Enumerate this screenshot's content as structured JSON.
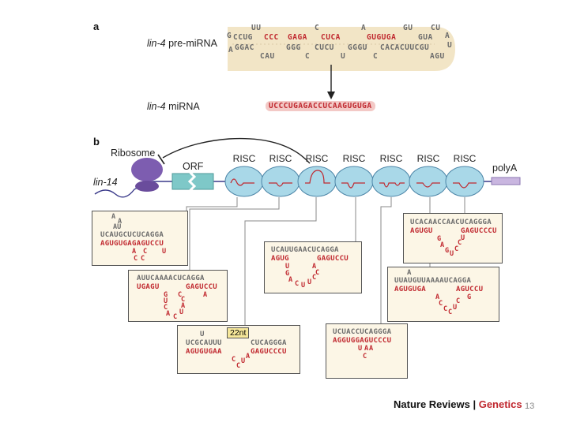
{
  "panel_a": {
    "letter": "a",
    "pre_label_gene": "lin-4",
    "pre_label_rest": " pre-miRNA",
    "mi_label_gene": "lin-4",
    "mi_label_rest": " miRNA",
    "pre_top_bulges": [
      "G",
      "UU",
      "C",
      "A",
      "GU",
      "CU"
    ],
    "pre_top_strand": [
      "CCUG",
      "CCC",
      "GAGA",
      "CUCA",
      "GUGUGA",
      "GUA"
    ],
    "pre_bottom_strand": [
      "GGAC",
      "GGG",
      "CUCU",
      "GGGU",
      "CACACUUCGU"
    ],
    "pre_bottom_bulges": [
      "CAU",
      "C",
      "U",
      "C",
      "AGU"
    ],
    "pre_left_a": "A",
    "pre_loop_a": "A",
    "pre_loop_u": "U",
    "mature": "UCCCUGAGACCUCAAGUGUGA"
  },
  "panel_b": {
    "letter": "b",
    "ribosome": "Ribosome",
    "orf": "ORF",
    "lin14": "lin-14",
    "polya": "polyA",
    "risc_labels": [
      "RISC",
      "RISC",
      "RISC",
      "RISC",
      "RISC",
      "RISC",
      "RISC"
    ],
    "nt_label": "22nt",
    "duplexes": [
      {
        "top": "UCAUGCUCUCAGGA",
        "bottom": "AGUGUGAGAGUCCU",
        "bulge_top": [
          "A",
          "A",
          "AU"
        ],
        "bulge_bottom": [
          "A",
          "C",
          "U",
          "C",
          "C"
        ]
      },
      {
        "top": "AUUCAAAACUCAGGA",
        "bottom1": "UGAGU",
        "bottom2": "GAGUCCU",
        "loop": [
          "G",
          "U",
          "C",
          "A",
          "C",
          "U",
          "A",
          "C",
          "C",
          "A"
        ]
      },
      {
        "top_pre": "U",
        "top": "UCGCAUUU",
        "top2": "CUCAGGGA",
        "bottom1": "AGUGUGAA",
        "bottom2": "GAGUCCCU",
        "loop": [
          "C",
          "C",
          "U",
          "A"
        ]
      },
      {
        "top": "UCAUUGAACUCAGGA",
        "bottom1": "AGUG",
        "bottom2": "GAGUCCU",
        "loop": [
          "U",
          "A",
          "G",
          "C",
          "A",
          "C",
          "U",
          "U",
          "C"
        ]
      },
      {
        "top": "UCUACCUCAGGGA",
        "bottom": "AGGUGGAGUCCCU",
        "loop": [
          "U",
          "A",
          "A",
          "C"
        ]
      },
      {
        "top_pre": "A",
        "top": "UUAUGUUAAAAUCAGGA",
        "bottom1": "AGUGUGA",
        "bottom2": "AGUCCU",
        "loop": [
          "A",
          "C",
          "C",
          "C",
          "U",
          "C",
          "G"
        ]
      },
      {
        "top": "UCACAACCAACUCAGGGA",
        "bottom1": "AGUGU",
        "bottom2": "GAGUCCCU",
        "loop": [
          "G",
          "A",
          "G",
          "U",
          "C",
          "C",
          "U"
        ]
      }
    ]
  },
  "footer": {
    "journal": "Nature Reviews",
    "sep": " | ",
    "section": "Genetics"
  },
  "page_number": "13",
  "colors": {
    "mirna_red": "#c0282f",
    "risc_blue": "#a9d8e8",
    "ribosome_purple": "#7d5db0",
    "orf_teal": "#7ec8c8",
    "box_bg": "#fcf6e6"
  }
}
